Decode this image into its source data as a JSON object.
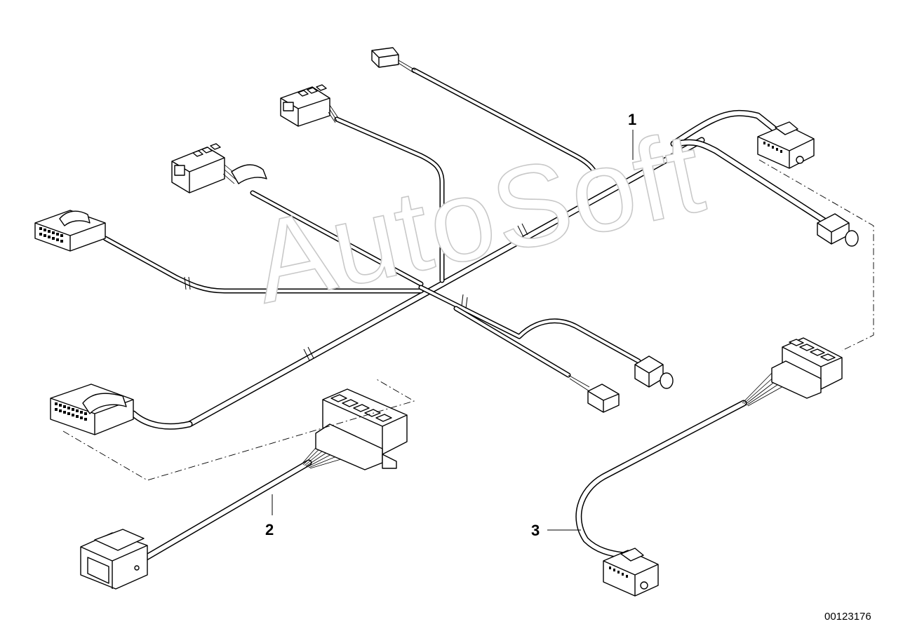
{
  "diagram": {
    "callouts": [
      {
        "id": "1",
        "label": "1"
      },
      {
        "id": "2",
        "label": "2"
      },
      {
        "id": "3",
        "label": "3"
      }
    ],
    "document_number": "00123176",
    "watermark": "AutoSoft"
  }
}
